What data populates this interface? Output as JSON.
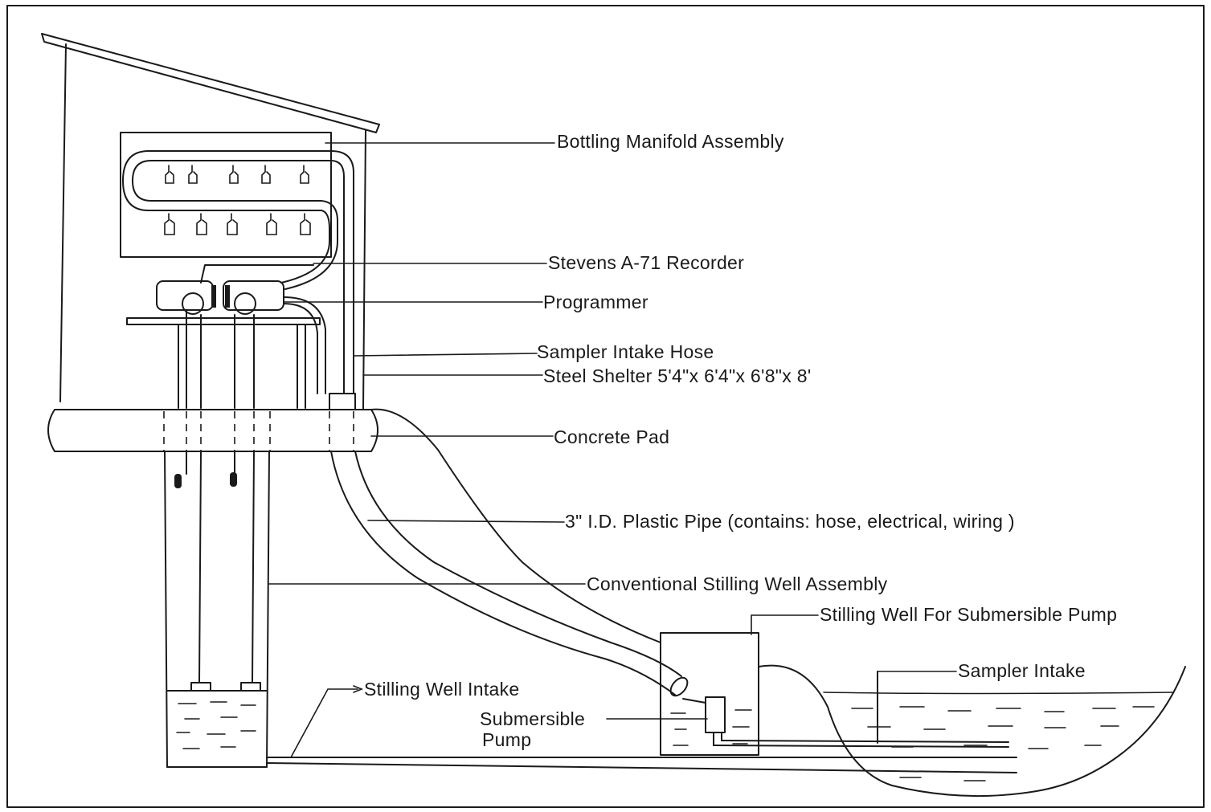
{
  "labels": {
    "bottling_manifold": "Bottling Manifold Assembly",
    "recorder": "Stevens A-71 Recorder",
    "programmer": "Programmer",
    "sampler_hose": "Sampler Intake Hose",
    "steel_shelter": "Steel Shelter  5'4\"x 6'4\"x 6'8\"x 8'",
    "concrete_pad": "Concrete  Pad",
    "plastic_pipe": "3\" I.D.  Plastic Pipe (contains: hose, electrical, wiring )",
    "conventional_well": "Conventional Stilling  Well  Assembly",
    "stilling_well_pump": "Stilling  Well  For  Submersible Pump",
    "sampler_intake": "Sampler Intake",
    "stilling_well_intake": "Stilling Well Intake",
    "submersible_pump_line1": "Submersible",
    "submersible_pump_line2": "Pump"
  }
}
